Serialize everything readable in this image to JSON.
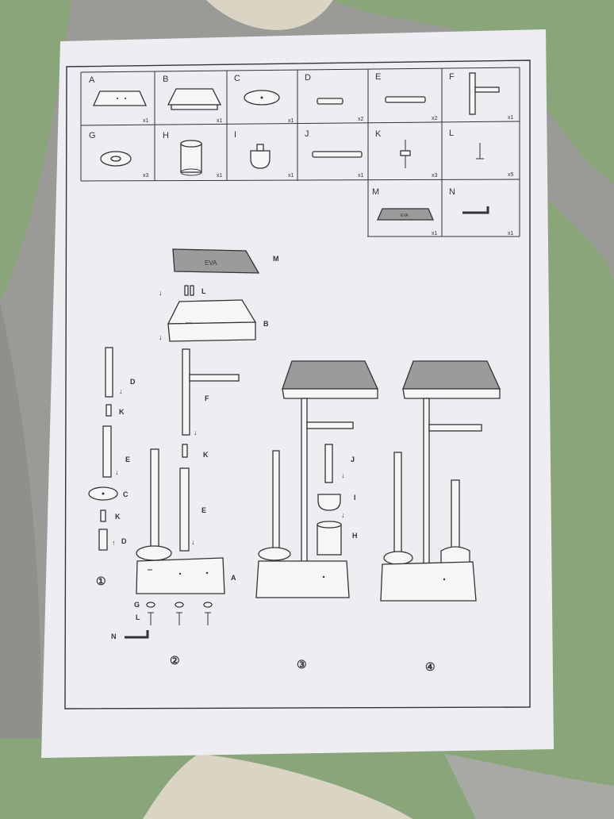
{
  "colors": {
    "paper": "#eeeef2",
    "carpet_green": "#8aa57a",
    "carpet_gray": "#9a9a96",
    "carpet_cream": "#d9d4c4",
    "ink": "#333333",
    "pad_fill": "#9b9b9b"
  },
  "parts": [
    {
      "letter": "A",
      "qty": "x1"
    },
    {
      "letter": "B",
      "qty": "x1"
    },
    {
      "letter": "C",
      "qty": "x1"
    },
    {
      "letter": "D",
      "qty": "x2"
    },
    {
      "letter": "E",
      "qty": "x2"
    },
    {
      "letter": "F",
      "qty": "x1"
    },
    {
      "letter": "G",
      "qty": "x3"
    },
    {
      "letter": "H",
      "qty": "x1"
    },
    {
      "letter": "I",
      "qty": "x1"
    },
    {
      "letter": "J",
      "qty": "x1"
    },
    {
      "letter": "K",
      "qty": "x3"
    },
    {
      "letter": "L",
      "qty": "x5"
    },
    {
      "letter": "M",
      "qty": "x1"
    },
    {
      "letter": "N",
      "qty": "x1"
    }
  ],
  "pad_text": "EVA",
  "steps": [
    "①",
    "②",
    "③",
    "④"
  ],
  "labels": {
    "step1": [
      "D",
      "K",
      "E",
      "C",
      "K",
      "D"
    ],
    "step2": [
      "M",
      "L",
      "B",
      "F",
      "K",
      "E",
      "A",
      "G",
      "L",
      "N"
    ],
    "step3": [
      "J",
      "I",
      "H"
    ]
  }
}
